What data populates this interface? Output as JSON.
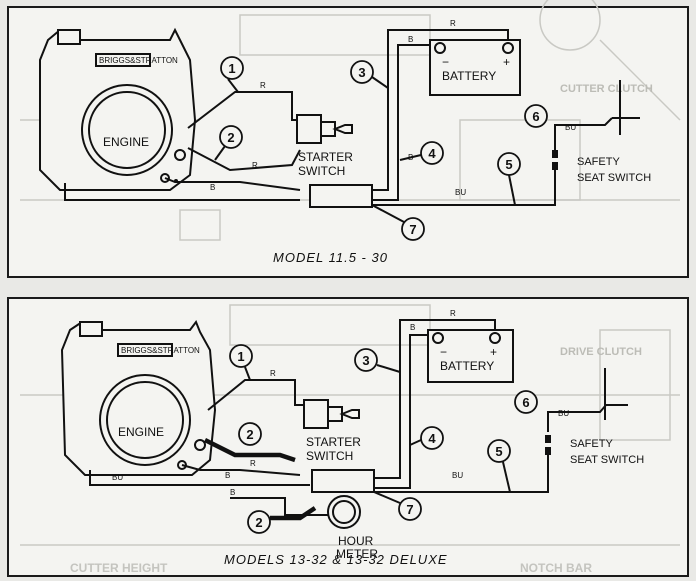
{
  "colors": {
    "ink": "#111111",
    "paper": "#f4f4f1",
    "background": "#e9e9e6",
    "ghost": "#c9c9c4"
  },
  "top": {
    "caption": "MODEL 11.5 - 30",
    "engine_label": "ENGINE",
    "brand_plate": "BRIGGS&STRATTON",
    "battery_label": "BATTERY",
    "battery_neg": "−",
    "battery_pos": "+",
    "starter_label_1": "STARTER",
    "starter_label_2": "SWITCH",
    "safety_label_1": "SAFETY",
    "safety_label_2": "SEAT SWITCH",
    "wire_codes": {
      "r1": "R",
      "r2": "R",
      "r3": "R",
      "b1": "B",
      "b2": "B",
      "b3": "B",
      "bu1": "BU",
      "bu2": "BU"
    },
    "callouts": [
      "1",
      "2",
      "3",
      "4",
      "5",
      "6",
      "7"
    ]
  },
  "bottom": {
    "caption": "MODELS 13-32 & 13-32 DELUXE",
    "engine_label": "ENGINE",
    "brand_plate": "BRIGGS&STRATTON",
    "battery_label": "BATTERY",
    "battery_neg": "−",
    "battery_pos": "+",
    "starter_label_1": "STARTER",
    "starter_label_2": "SWITCH",
    "safety_label_1": "SAFETY",
    "safety_label_2": "SEAT SWITCH",
    "hour_label_1": "HOUR",
    "hour_label_2": "METER",
    "wire_codes": {
      "r1": "R",
      "r2": "R",
      "r3": "R",
      "b1": "B",
      "b2": "B",
      "b3": "B",
      "bu1": "BU",
      "bu2": "BU",
      "bu3": "BU"
    },
    "callouts": [
      "1",
      "2",
      "3",
      "4",
      "5",
      "6",
      "7",
      "2"
    ]
  },
  "background_text": {
    "cutter_clutch": "CUTTER CLUTCH",
    "drive_clutch": "DRIVE CLUTCH",
    "cutter_height": "CUTTER HEIGHT",
    "notch_bar": "NOTCH BAR"
  }
}
